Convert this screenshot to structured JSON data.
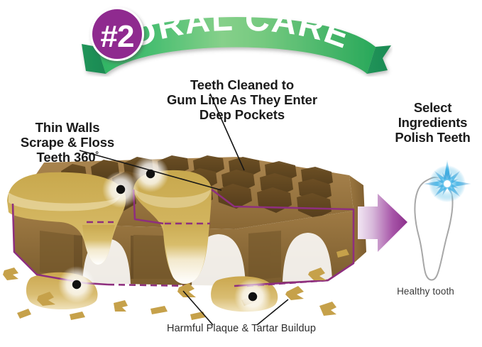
{
  "banner": {
    "badge_label": "#2",
    "title": "ORAL CARE",
    "green_light": "#5ec77f",
    "green_mid": "#86d08a",
    "green_dark": "#28a85a",
    "badge_purple": "#8f2a8f",
    "title_color": "#ffffff"
  },
  "callouts": {
    "center": {
      "line1": "Teeth Cleaned to",
      "line2": "Gum Line As They Enter",
      "line3": "Deep Pockets"
    },
    "left": {
      "line1": "Thin Walls",
      "line2": "Scrape & Floss",
      "line3": "Teeth 360",
      "degree": "º"
    },
    "right": {
      "line1": "Select",
      "line2": "Ingredients",
      "line3": "Polish Teeth"
    }
  },
  "captions": {
    "plaque": "Harmful Plaque & Tartar Buildup",
    "healthy_tooth": "Healthy tooth"
  },
  "illustration": {
    "name": "dental-chew-cross-section",
    "gum_line_color": "#8e2f7e",
    "chew_brown_light": "#b08a50",
    "chew_brown_mid": "#8d6a36",
    "chew_brown_dark": "#6b4d23",
    "tooth_cream": "#fdf6e4",
    "plaque_gold": "#c6a14a",
    "marker_dot_color": "#111111",
    "marker_count": 4
  },
  "arrow": {
    "name": "process-arrow",
    "gradient_from": "#ead7ec",
    "gradient_to": "#8b2f8b"
  },
  "healthy_tooth": {
    "outline_color": "#a7a7a7",
    "sparkle_color": "#29a8df",
    "sparkle_core": "#ffffff"
  }
}
